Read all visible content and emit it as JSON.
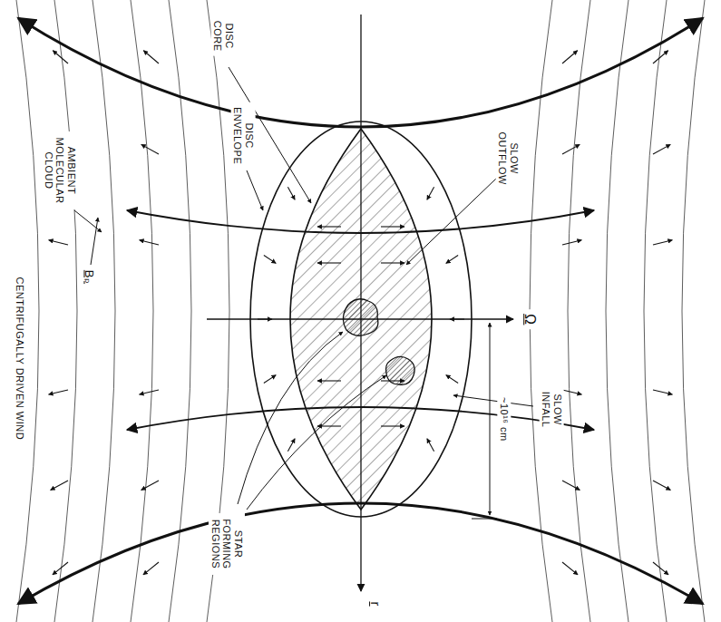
{
  "diagram": {
    "labels": [
      "DISC CORE",
      "DISC ENVELOPE",
      "AMBIENT MOLECULAR CLOUD",
      "Bₚ",
      "CENTRIFUGALLY DRIVEN WIND",
      "Ω",
      "SLOW OUTFLOW",
      "SLOW INFALL",
      "STAR FORMING REGIONS",
      "~10¹⁶ cm",
      "r"
    ]
  }
}
